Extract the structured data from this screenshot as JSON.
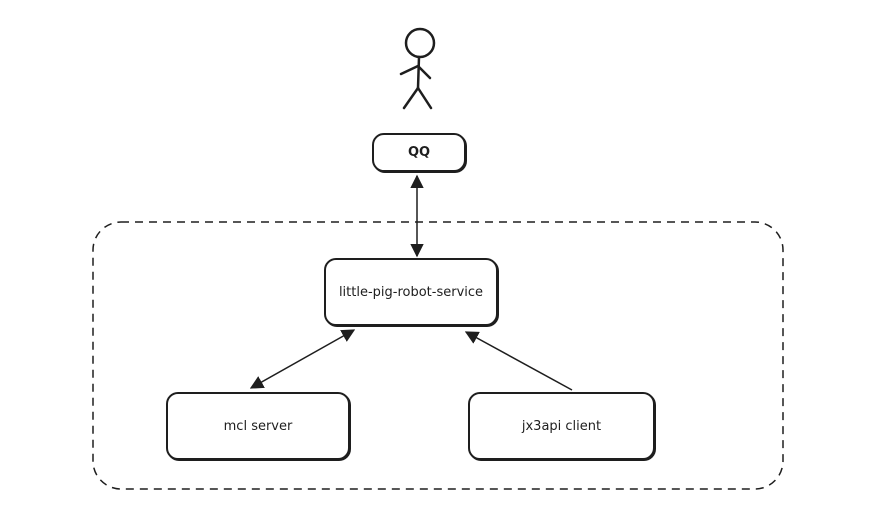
{
  "nodes": {
    "user": "user",
    "qq": "QQ",
    "service": "little-pig-robot-service",
    "mcl": "mcl server",
    "jx3api": "jx3api client"
  },
  "colors": {
    "stroke": "#1e1e1e",
    "background": "#ffffff"
  }
}
